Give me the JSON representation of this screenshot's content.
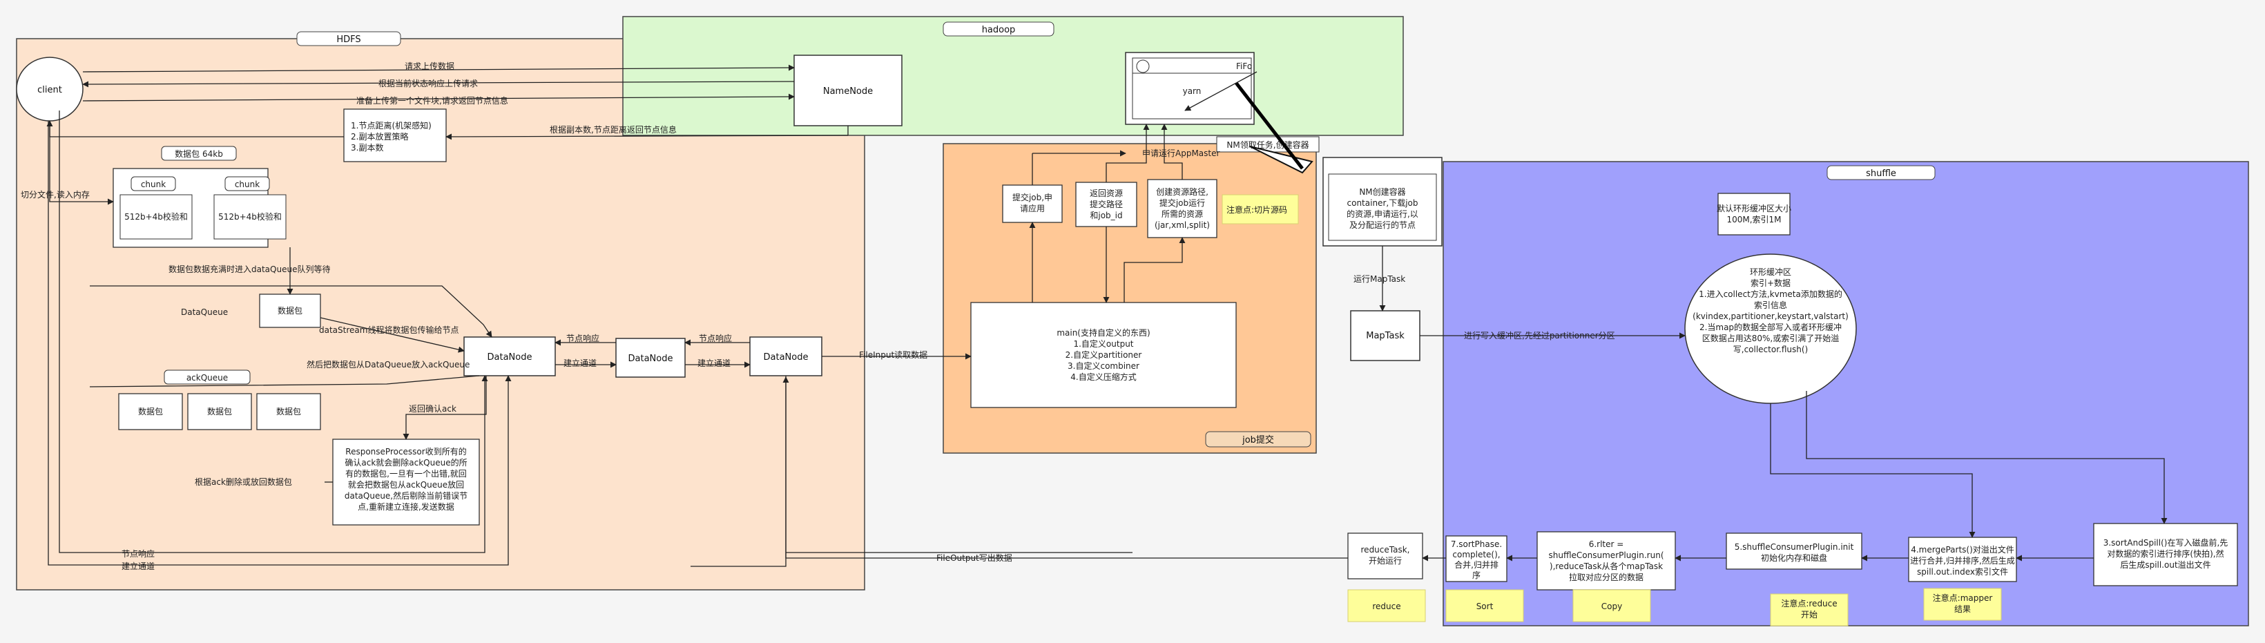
{
  "regions": {
    "hdfs": "HDFS",
    "hadoop": "hadoop",
    "job": "job提交",
    "shuffle": "shuffle"
  },
  "nodes": {
    "client": "client",
    "namenode": "NameNode",
    "fifo": "FiFo",
    "yarn": "yarn",
    "rules": [
      "1.节点距离(机架感知)",
      "2.副本放置策略",
      "3.副本数"
    ],
    "packet_title": "数据包 64kb",
    "chunk": "chunk",
    "chunk_body": "512b+4b校验和",
    "dataqueue": "DataQueue",
    "packet": "数据包",
    "ackqueue": "ackQueue",
    "datanode": "DataNode",
    "response": [
      "ResponseProcessor收到所有的",
      "确认ack就会删除ackQueue的所",
      "有的数据包,一旦有一个出错,就回",
      "就会把数据包从ackQueue放回",
      "dataQueue,然后剔除当前错误节",
      "点,重新建立连接,发送数据"
    ],
    "submit": [
      "提交job,申",
      "请应用"
    ],
    "ret": [
      "返回资源",
      "提交路径",
      "和job_id"
    ],
    "create": [
      "创建资源路径,",
      "提交job运行",
      "所需的资源",
      "(jar,xml,split)"
    ],
    "note_split": "注意点:切片源码",
    "main": [
      "main(支持自定义的东西)",
      "1.自定义output",
      "2.自定义partitioner",
      "3.自定义combiner",
      "4.自定义压缩方式"
    ],
    "nm_note": "NM领取任务,创建容器",
    "nm": [
      "NM创建容器",
      "container,下载job",
      "的资源,申请运行,以",
      "及分配运行的节点"
    ],
    "maptask": "MapTask",
    "buffer_default": [
      "默认环形缓冲区大小",
      "100M,索引1M"
    ],
    "ring": [
      "环形缓冲区",
      "索引+数据",
      "",
      "1.进入collect方法,kvmeta添加数据的",
      "索引信息",
      "(kvindex,partitioner,keystart,valstart)",
      "2.当map的数据全部写入或者环形缓冲",
      "区数据占用达80%,或索引满了开始溢",
      "写,collector.flush()"
    ],
    "spill": [
      "3.sortAndSpill()在写入磁盘前,先",
      "对数据的索引进行排序(快拍),然",
      "后生成spill.out溢出文件"
    ],
    "merge": [
      "4.mergeParts()对溢出文件",
      "进行合并,归并排序,然后生成",
      "spill.out.index索引文件"
    ],
    "shuffle_init": [
      "5.shuffleConsumerPlugin.init",
      "初始化内存和磁盘"
    ],
    "run": [
      "6.rlter =",
      "shuffleConsumerPlugin.run(",
      "),reduceTask从各个mapTask",
      "拉取对应分区的数据"
    ],
    "sort_phase": [
      "7.sortPhase.",
      "complete(),",
      "合并,归并排",
      "序"
    ],
    "reduce_task": [
      "reduceTask,",
      "开始运行"
    ],
    "stickies": {
      "reduce": "reduce",
      "sort": "Sort",
      "copy": "Copy",
      "note_reduce": [
        "注意点:reduce",
        "开始"
      ],
      "note_mapper": [
        "注意点:mapper",
        "结果"
      ]
    }
  },
  "edges": {
    "req_upload": "请求上传数据",
    "resp_upload": "根据当前状态响应上传请求",
    "prepare": "准备上传第一个文件块,请求返回节点信息",
    "return_nodes": "根据副本数,节点距离返回节点信息",
    "split_read": "切分文件,读入内存",
    "packet_queue": "数据包数据充满时进入dataQueue队列等待",
    "datastream": "dataStream线程将数据包传输给节点",
    "then_ack": "然后把数据包从DataQueue放入ackQueue",
    "node_resp": "节点响应",
    "build": "建立通道",
    "return_ack": "返回确认ack",
    "ack_delete": "根据ack删除或放回数据包",
    "file_input": "FileInput读取数据",
    "apply_am": "申请运行AppMaster",
    "run_maptask": "运行MapTask",
    "write_buffer": "进行写入缓冲区,先经过partitionner分区",
    "file_output": "FileOutput写出数据"
  },
  "colors": {
    "hdfs_bg": "#fde3cd",
    "hadoop_bg": "#dbf8cf",
    "job_bg": "#ffc896",
    "shuffle_bg": "#a0a0fc",
    "sticky": "#fefe9a"
  }
}
